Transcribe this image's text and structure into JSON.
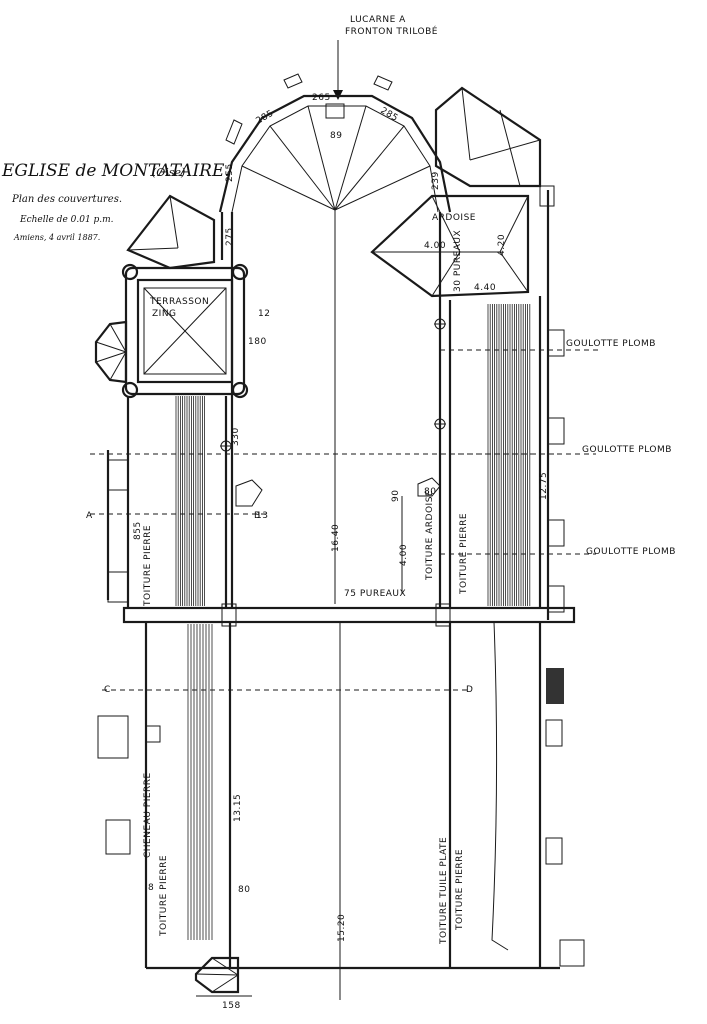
{
  "title": {
    "main": "EGLISE de MONTATAIRE.",
    "dept": "(Oise)",
    "subtitle": "Plan des couvertures.",
    "scale": "Echelle de 0.01 p.m.",
    "date": "Amiens, 4 avril 1887."
  },
  "labels": {
    "lucarne_1": "LUCARNE A",
    "lucarne_2": "FRONTON TRILOBÉ",
    "ardoise": "ARDOISE",
    "terrasson_1": "TERRASSON",
    "terrasson_2": "ZING",
    "goulotte_1": "GOULOTTE PLOMB",
    "goulotte_2": "GOULOTTE PLOMB",
    "goulotte_3": "GOULOTTE PLOMB",
    "toiture_pierre_l": "TOITURE PIERRE",
    "toiture_ardoise": "TOITURE ARDOISE",
    "toiture_pierre_r": "TOITURE PIERRE",
    "chenau_pierre": "CHENEAU PIERRE",
    "toiture_pierre_ll": "TOITURE PIERRE",
    "toiture_tuile": "TOITURE TUILE PLATE",
    "toiture_pierre_lr": "TOITURE PIERRE",
    "pureaux_1": "75 PUREAUX",
    "pureaux_2": "30 PUREAUX",
    "letter_a": "A",
    "letter_b": "B",
    "letter_c": "C",
    "letter_d": "D"
  },
  "dimensions": {
    "d265": "265",
    "d285a": "285",
    "d285b": "285",
    "d89": "89",
    "d255": "255",
    "d275": "275",
    "d239": "239",
    "d400": "4.00",
    "d420": "4.20",
    "d440": "4.40",
    "d180": "180",
    "d330": "330",
    "d855": "855",
    "d1640": "16.40",
    "d400b": "4.00",
    "d90": "90",
    "d1275": "12.75",
    "d1315": "13.15",
    "d80a": "80",
    "d80b": "80",
    "d1520": "15.20",
    "d158": "158",
    "d13": "13",
    "d12": "12",
    "d8": "8"
  }
}
